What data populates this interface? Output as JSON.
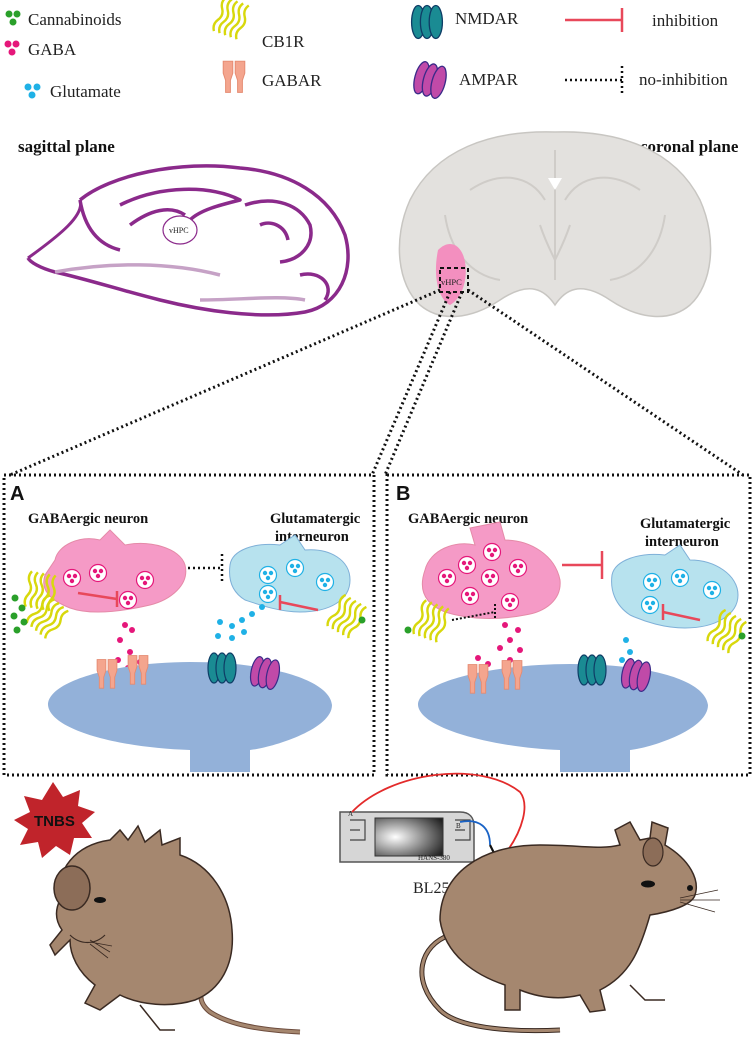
{
  "legend": {
    "cannabinoids": "Cannabinoids",
    "gaba": "GABA",
    "glutamate": "Glutamate",
    "cb1r": "CB1R",
    "gabar": "GABAR",
    "nmdar": "NMDAR",
    "ampar": "AMPAR",
    "inhibition": "inhibition",
    "no_inhibition": "no-inhibition"
  },
  "planes": {
    "sagittal": "sagittal plane",
    "coronal": "coronal plane",
    "vhpc_label": "vHPC"
  },
  "panel_a": {
    "letter": "A",
    "gaba_neuron": "GABAergic neuron",
    "glut_line1": "Glutamatergic",
    "glut_line2": "interneuron"
  },
  "panel_b": {
    "letter": "B",
    "gaba_neuron": "GABAergic neuron",
    "glut_line1": "Glutamatergic",
    "glut_line2": "interneuron"
  },
  "bottom": {
    "tnbs": "TNBS",
    "device": "HANS-380",
    "device_a": "A",
    "device_b": "B",
    "acupoint": "BL25"
  },
  "colors": {
    "cannabinoid": "#2aa02a",
    "gaba": "#e5177a",
    "glutamate": "#1fb1e6",
    "cb1r": "#d8d80c",
    "gabar": "#f4a58e",
    "nmdar": "#1a8b93",
    "ampar": "#c04aa8",
    "inhibition": "#e8485a",
    "gaba_neuron": "#f59ac6",
    "glut_neuron": "#b7e2ee",
    "postsynaptic": "#93b1d9",
    "mouse": "#a5876f",
    "tnbs_star": "#c0242b"
  }
}
